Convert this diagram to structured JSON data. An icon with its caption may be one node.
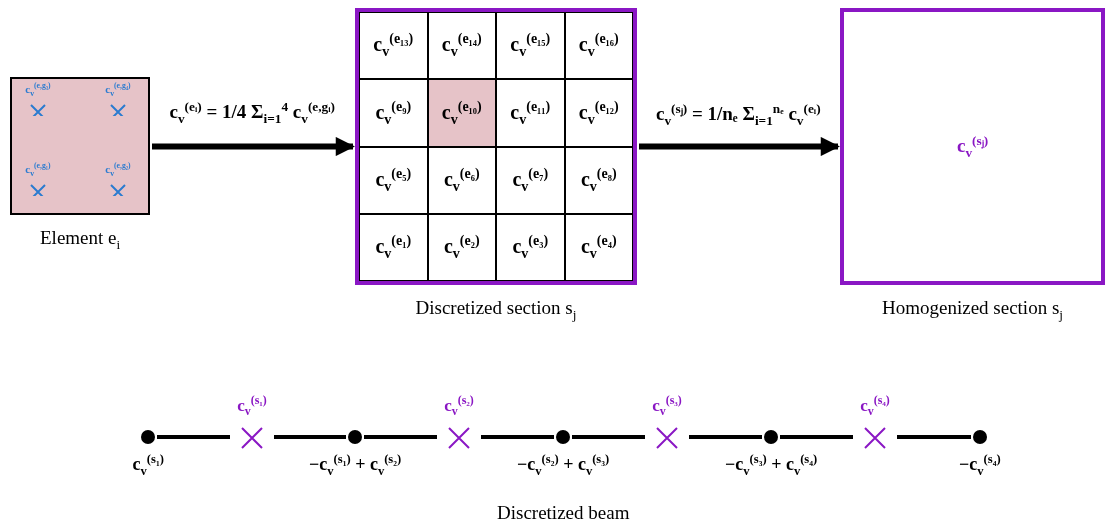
{
  "diagram": {
    "nodes": [
      {
        "text": [],
        "shape": "box",
        "beside": [
          "Element e$_{i}$"
        ]
      },
      {
        "text": [
          "c$_{v}$$^{(e,g₃)}$"
        ],
        "in": 0
      },
      {
        "text": [
          "c$_{v}$$^{(e,g₄)}$"
        ],
        "in": 0
      },
      {
        "text": [
          "c$_{v}$$^{(e,g₁)}$"
        ],
        "in": 0
      },
      {
        "text": [
          "c$_{v}$$^{(e,g₂)}$"
        ],
        "in": 0
      },
      {
        "text": [],
        "shape": "box",
        "beside": [
          "Discretized section s$_{j}$"
        ]
      },
      {
        "text": [
          "c$_{v}$$^{(e₁₃)}$"
        ],
        "in": 5
      },
      {
        "text": [
          "c$_{v}$$^{(e₁₄)}$"
        ],
        "in": 5
      },
      {
        "text": [
          "c$_{v}$$^{(e₁₅)}$"
        ],
        "in": 5
      },
      {
        "text": [
          "c$_{v}$$^{(e₁₆)}$"
        ],
        "in": 5
      },
      {
        "text": [
          "c$_{v}$$^{(e₉)}$"
        ],
        "in": 5
      },
      {
        "text": [
          "c$_{v}$$^{(e₁₀)}$"
        ],
        "in": 5
      },
      {
        "text": [
          "c$_{v}$$^{(e₁₁)}$"
        ],
        "in": 5
      },
      {
        "text": [
          "c$_{v}$$^{(e₁₂)}$"
        ],
        "in": 5
      },
      {
        "text": [
          "c$_{v}$$^{(e₅)}$"
        ],
        "in": 5
      },
      {
        "text": [
          "c$_{v}$$^{(e₆)}$"
        ],
        "in": 5
      },
      {
        "text": [
          "c$_{v}$$^{(e₇)}$"
        ],
        "in": 5
      },
      {
        "text": [
          "c$_{v}$$^{(e₈)}$"
        ],
        "in": 5
      },
      {
        "text": [
          "c$_{v}$$^{(e₁)}$"
        ],
        "in": 5
      },
      {
        "text": [
          "c$_{v}$$^{(e₂)}$"
        ],
        "in": 5
      },
      {
        "text": [
          "c$_{v}$$^{(e₃)}$"
        ],
        "in": 5
      },
      {
        "text": [
          "c$_{v}$$^{(e₄)}$"
        ],
        "in": 5
      },
      {
        "text": [
          "c$_{v}$$^{(sⱼ)}$"
        ],
        "beside": [
          "Homogenized section s$_{j}$"
        ]
      },
      {
        "text": [],
        "shape": "circle",
        "beside": [
          "c$_{v}$$^{(s₁)}$"
        ]
      },
      {
        "text": [
          "c$_{v}$$^{(s₁)}$"
        ]
      },
      {
        "text": [],
        "shape": "circle",
        "beside": [
          "−c$_{v}$$^{(s₁)}$ + c$_{v}$$^{(s₂)}$"
        ]
      },
      {
        "text": [
          "c$_{v}$$^{(s₂)}$"
        ]
      },
      {
        "text": [],
        "shape": "circle",
        "beside": [
          "−c$_{v}$$^{(s₂)}$ + c$_{v}$$^{(s₃)}$"
        ]
      },
      {
        "text": [
          "c$_{v}$$^{(s₃)}$"
        ]
      },
      {
        "text": [],
        "shape": "circle",
        "beside": [
          "−c$_{v}$$^{(s₃)}$ + c$_{v}$$^{(s₄)}$"
        ]
      },
      {
        "text": [
          "c$_{v}$$^{(s₄)}$"
        ]
      },
      {
        "text": [],
        "shape": "circle",
        "beside": [
          "−c$_{v}$$^{(s₄)}$"
        ]
      }
    ],
    "edges": [
      {
        "from": 0,
        "to": 5,
        "arrow": "to",
        "label": "c$_{v}$$^{(eᵢ)}$ = 1/4 Σ$_{i=1}$$^{4}$ c$_{v}$$^{(e,gᵢ)}$"
      },
      {
        "from": 5,
        "to": 22,
        "arrow": "to",
        "label": "c$_{v}$$^{(sⱼ)}$ = 1/nₑ Σ$_{i=1}$$^{nₑ}$ c$_{v}$$^{(eᵢ)}$"
      },
      {
        "from": 23,
        "to": 24,
        "arrow": "none"
      },
      {
        "from": 24,
        "to": 25,
        "arrow": "none"
      },
      {
        "from": 25,
        "to": 26,
        "arrow": "none"
      },
      {
        "from": 26,
        "to": 27,
        "arrow": "none"
      },
      {
        "from": 27,
        "to": 28,
        "arrow": "none"
      },
      {
        "from": 28,
        "to": 29,
        "arrow": "none"
      },
      {
        "from": 29,
        "to": 30,
        "arrow": "none"
      },
      {
        "from": 30,
        "to": 31,
        "arrow": "none"
      }
    ],
    "labels": [
      "Discretized beam"
    ]
  }
}
